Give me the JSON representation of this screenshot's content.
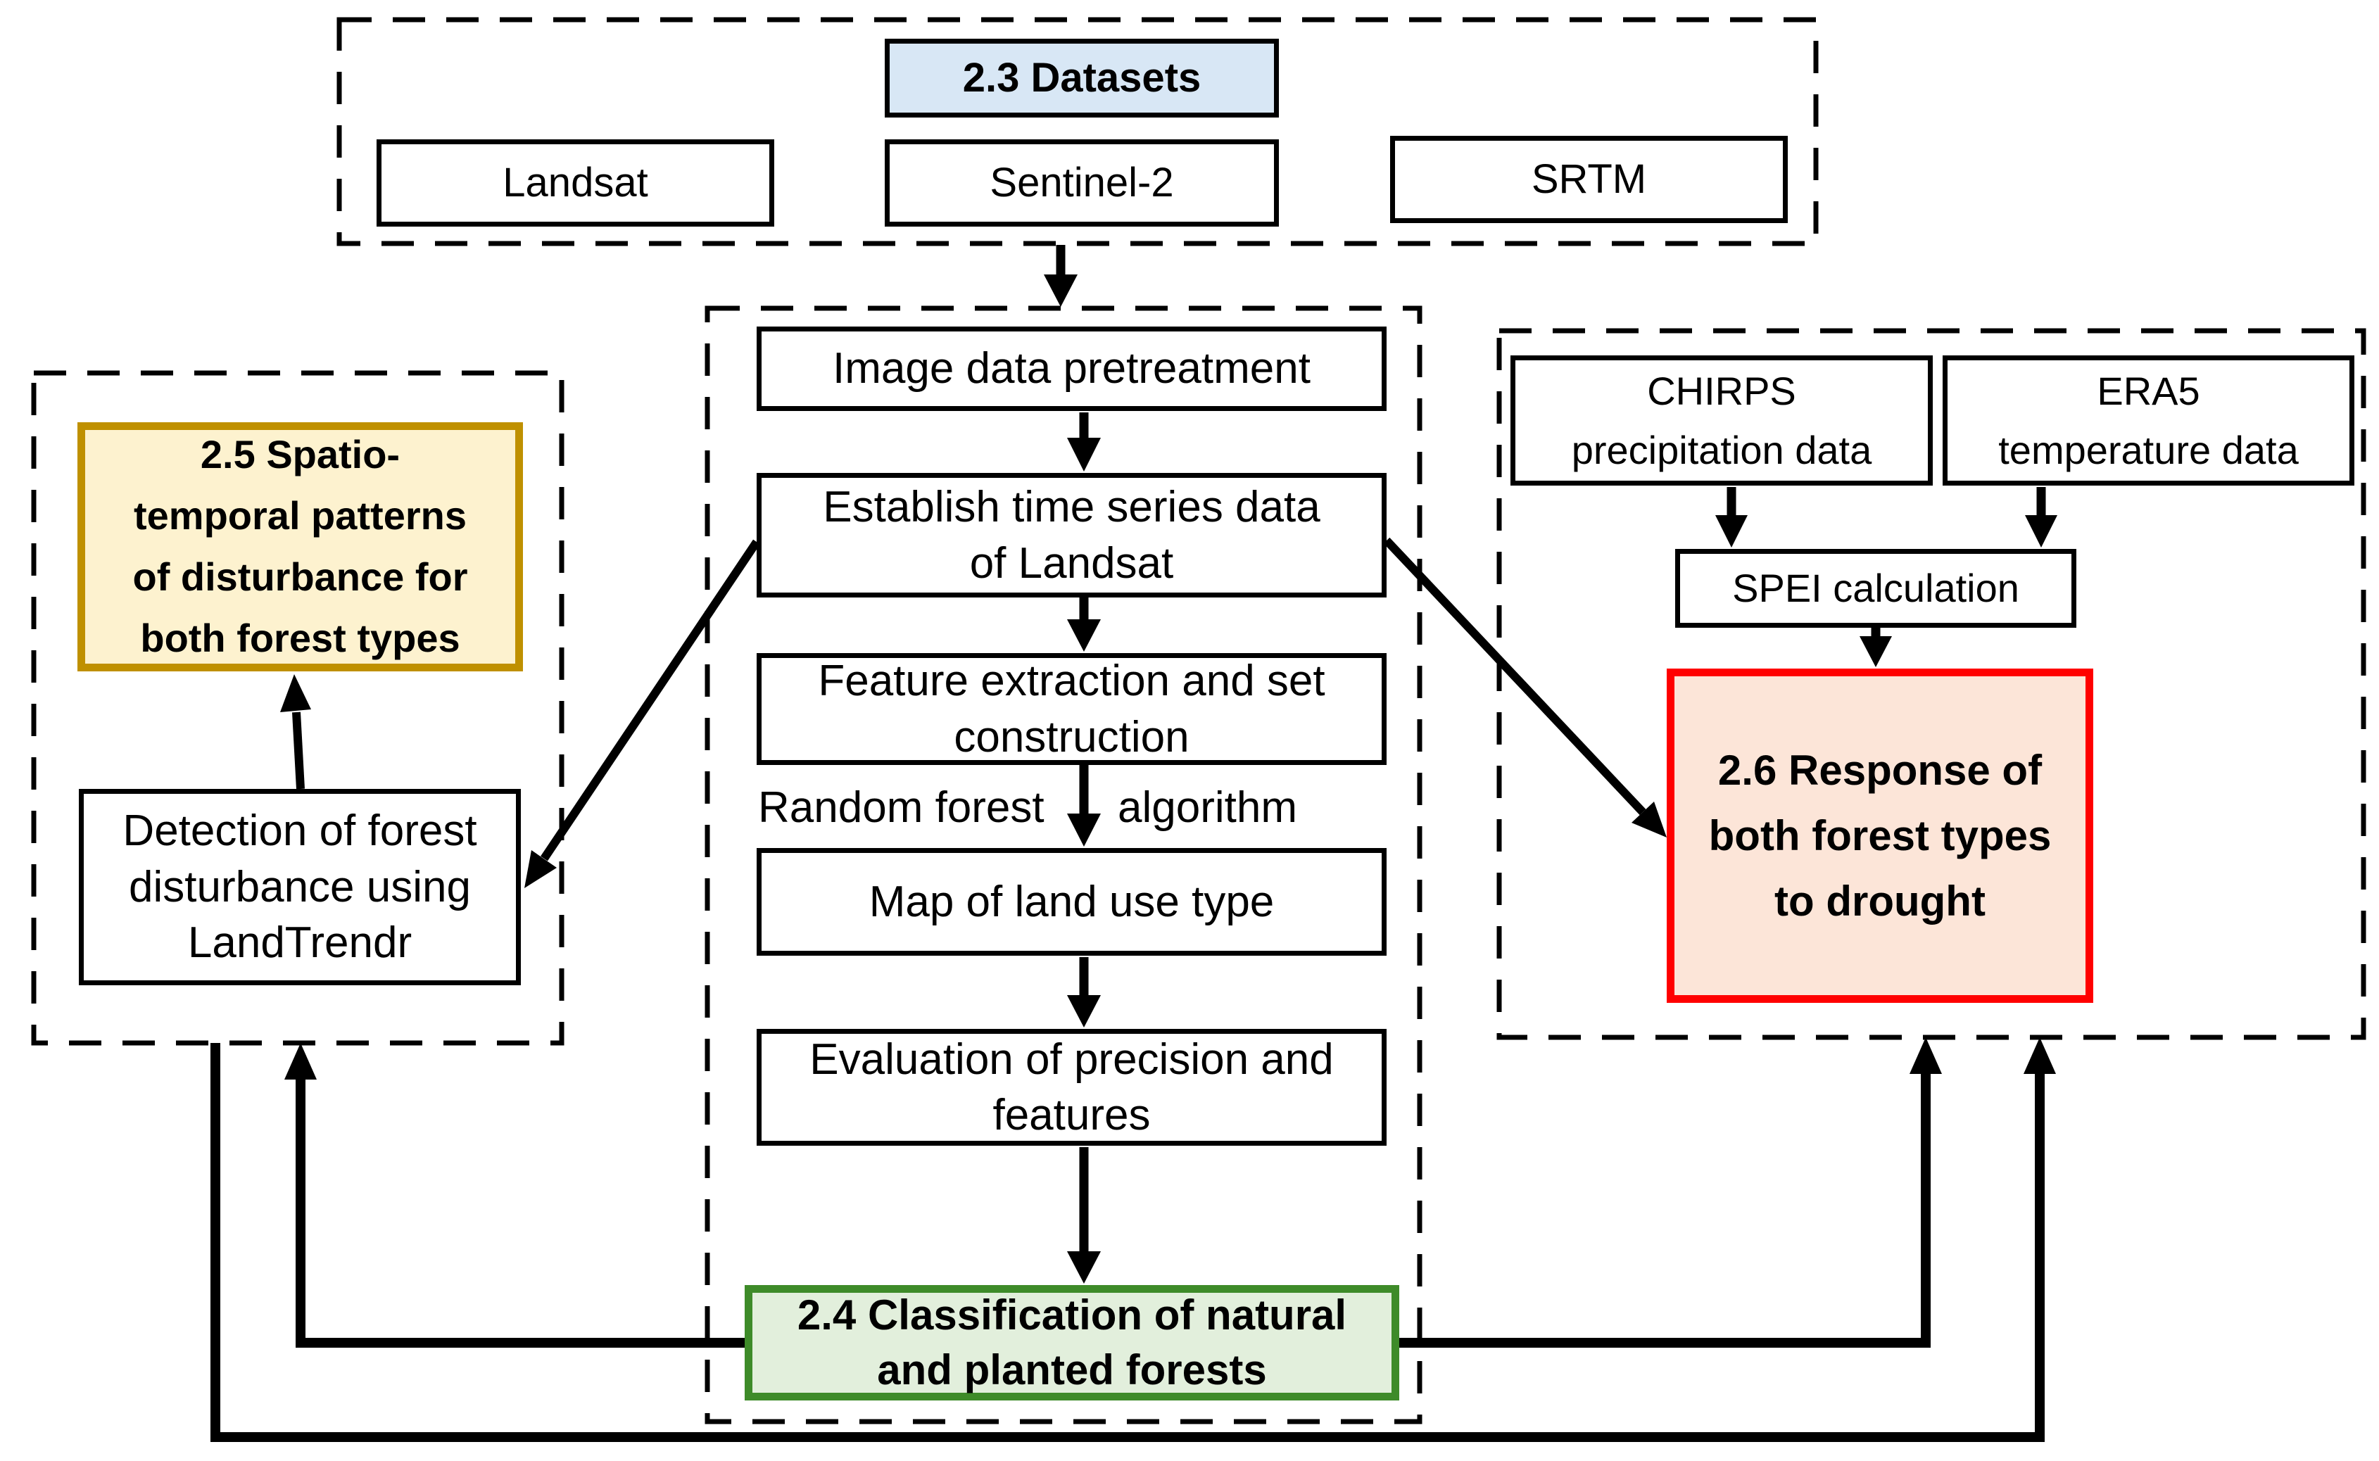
{
  "diagram": {
    "datasets_section": {
      "title": "2.3 Datasets",
      "items": [
        "Landsat",
        "Sentinel-2",
        "SRTM"
      ]
    },
    "workflow": {
      "image_pretreatment": "Image data pretreatment",
      "establish_timeseries": "Establish time series data\nof Landsat",
      "feature_extraction": "Feature extraction and set\nconstruction",
      "random_forest": {
        "left": "Random forest",
        "right": "algorithm"
      },
      "map_landuse": "Map of land use type",
      "evaluation": "Evaluation of precision and\nfeatures",
      "classification": "2.4 Classification of natural\nand planted forests"
    },
    "disturbance_section": {
      "spatiotemporal": "2.5 Spatio-\ntemporal patterns\nof disturbance for\nboth forest types",
      "landtrendr": "Detection of forest\ndisturbance using\nLandTrendr"
    },
    "drought_section": {
      "chirps": "CHIRPS\nprecipitation data",
      "era5": "ERA5\ntemperature data",
      "spei": "SPEI calculation",
      "response": "2.6 Response of\nboth forest types\nto drought"
    },
    "colors": {
      "datasets_fill": "#d8e7f5",
      "spatiotemporal_border": "#bf9000",
      "spatiotemporal_fill": "#fdf2cf",
      "classification_border": "#3e8b29",
      "classification_fill": "#e2efdc",
      "response_border": "#ff0000",
      "response_fill": "#fce5d8",
      "line_color": "#000000"
    }
  }
}
